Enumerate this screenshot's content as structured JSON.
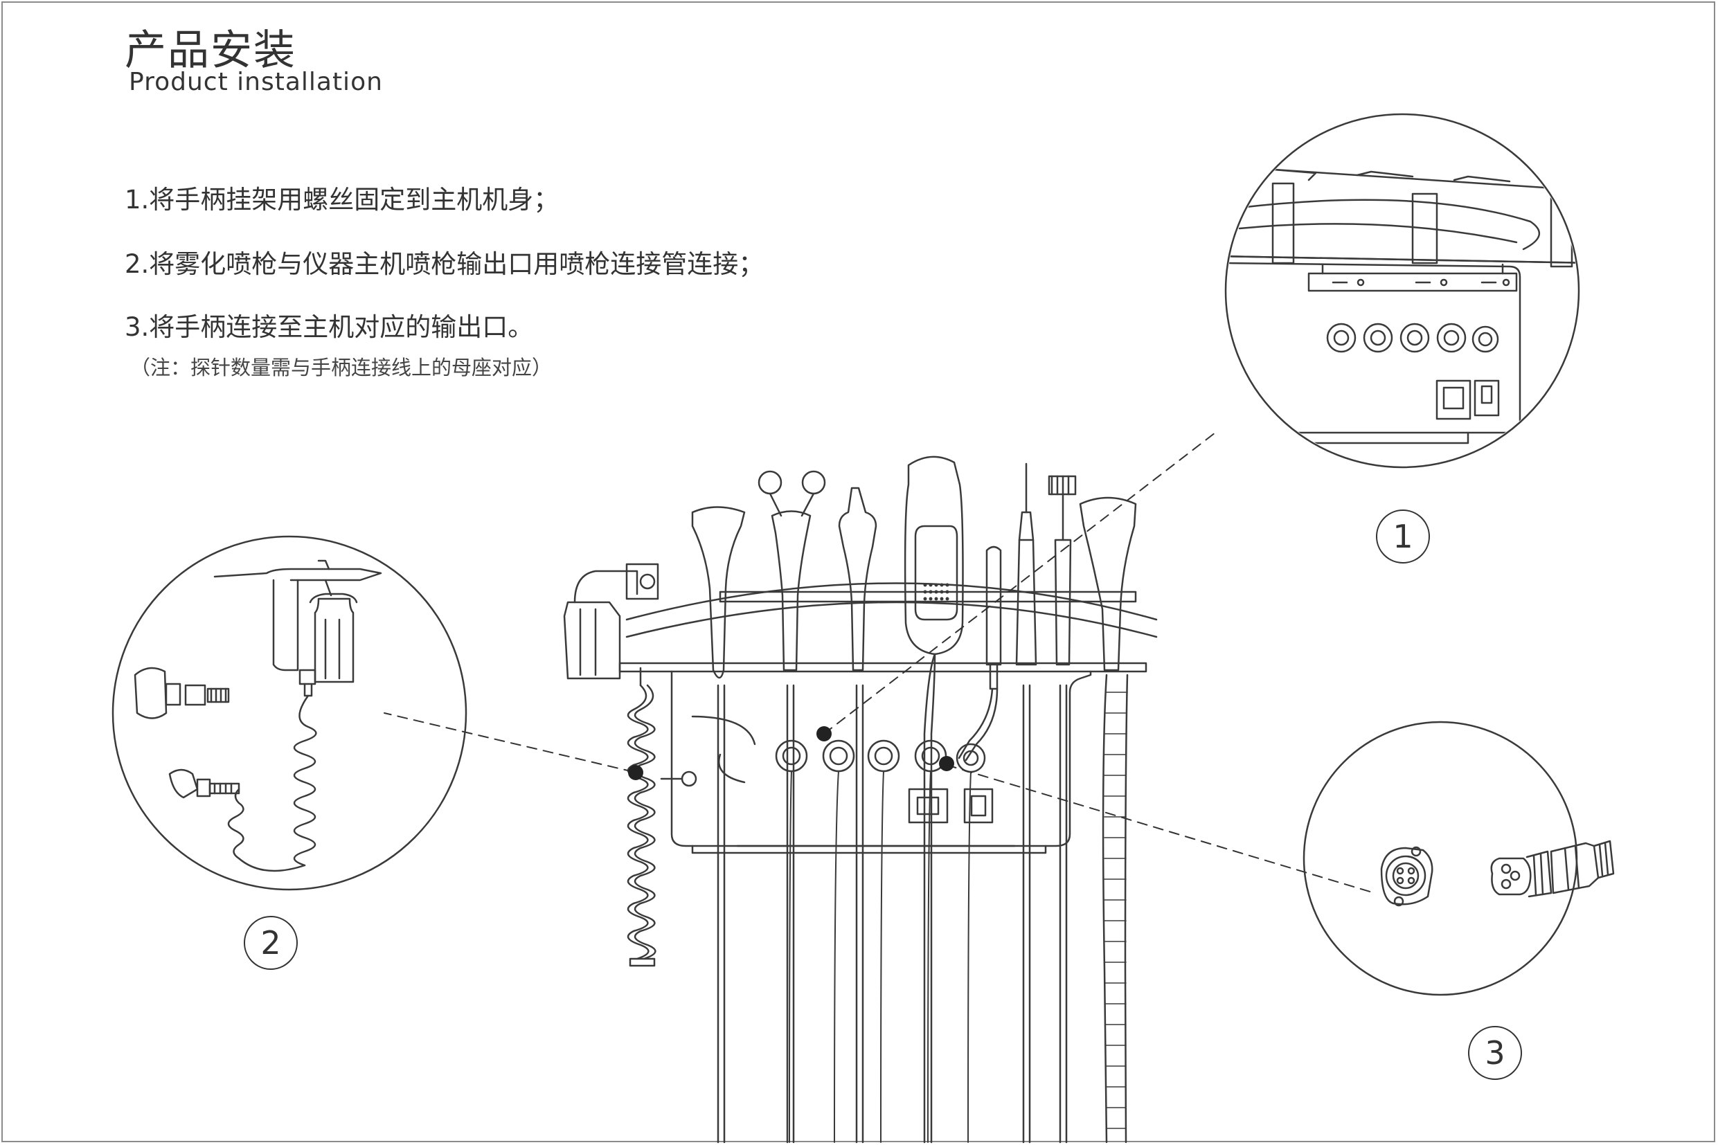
{
  "header": {
    "title_cn": "产品安装",
    "title_en": "Product installation"
  },
  "steps": [
    "1.将手柄挂架用螺丝固定到主机机身；",
    "2.将雾化喷枪与仪器主机喷枪输出口用喷枪连接管连接；",
    "3.将手柄连接至主机对应的输出口。"
  ],
  "note": "（注：探针数量需与手柄连接线上的母座对应）",
  "callouts": [
    "1",
    "2",
    "3"
  ]
}
